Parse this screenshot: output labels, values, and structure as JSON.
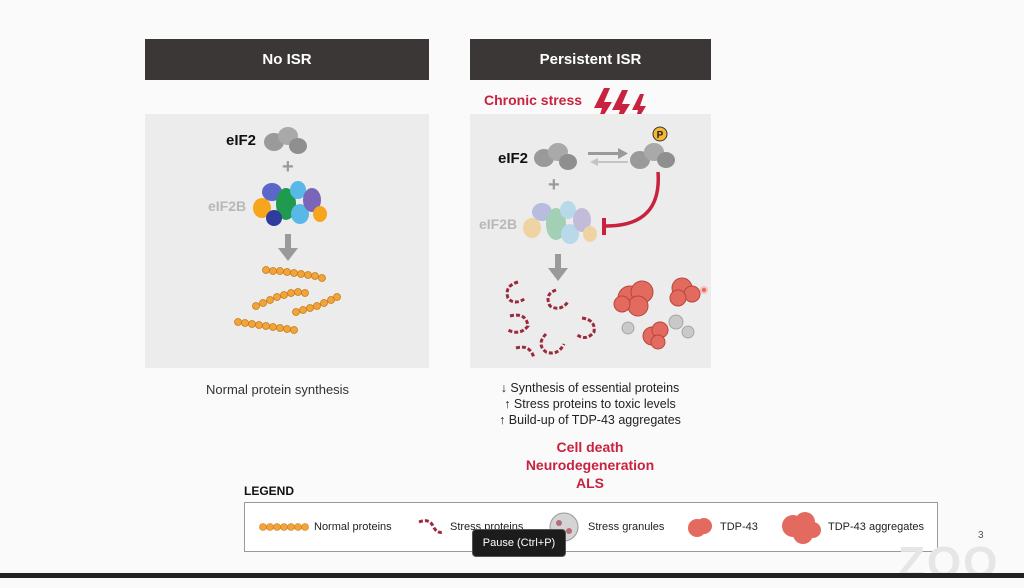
{
  "panels": {
    "left_header": "No ISR",
    "right_header": "Persistent ISR"
  },
  "labels": {
    "chronic_stress": "Chronic stress",
    "eif2_left": "eIF2",
    "eif2b_left": "eIF2B",
    "eif2_right": "eIF2",
    "eif2b_right": "eIF2B",
    "plus": "+",
    "phospho": "P",
    "normal_synthesis": "Normal protein synthesis"
  },
  "effects": [
    "↓ Synthesis of essential proteins",
    "↑ Stress proteins to toxic levels",
    "↑ Build-up of TDP-43 aggregates"
  ],
  "outcomes": [
    "Cell death",
    "Neurodegeneration",
    "ALS"
  ],
  "legend": {
    "title": "LEGEND",
    "items": [
      {
        "icon": "bead-chain-icon",
        "label": "Normal proteins"
      },
      {
        "icon": "stress-protein-icon",
        "label": "Stress proteins"
      },
      {
        "icon": "stress-granule-icon",
        "label": "Stress granules"
      },
      {
        "icon": "tdp43-icon",
        "label": "TDP-43"
      },
      {
        "icon": "tdp43-aggregate-icon",
        "label": "TDP-43 aggregates"
      }
    ]
  },
  "tooltip": "Pause (Ctrl+P)",
  "page_number": "3",
  "watermark": "ZOO",
  "colors": {
    "header_bg": "#3a3736",
    "accent_red": "#c8223f",
    "normal_protein": "#f2a33a",
    "tdp43": "#e36a5e",
    "panel_bg": "#ececec"
  }
}
